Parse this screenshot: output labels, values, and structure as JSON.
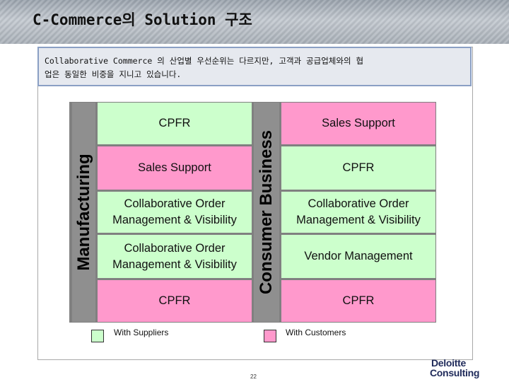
{
  "slide": {
    "title": "C-Commerce의 Solution 구조",
    "note_line1": "Collaborative Commerce 의 산업별 우선순위는 다르지만, 고객과 공급업체와의 협",
    "note_line2": "업은 동일한 비중을 지니고 있습니다.",
    "page_number": "22",
    "logo_line1": "Deloitte",
    "logo_line2": "Consulting"
  },
  "matrix": {
    "left_header": "Manufacturing",
    "right_header": "Consumer Business",
    "left_cells": [
      {
        "label": "CPFR",
        "category": "suppliers"
      },
      {
        "label": "Sales Support",
        "category": "customers"
      },
      {
        "label": "Collaborative Order\nManagement & Visibility",
        "category": "suppliers"
      },
      {
        "label": "Collaborative Order\nManagement & Visibility",
        "category": "suppliers"
      },
      {
        "label": "CPFR",
        "category": "customers"
      }
    ],
    "right_cells": [
      {
        "label": "Sales Support",
        "category": "customers"
      },
      {
        "label": "CPFR",
        "category": "suppliers"
      },
      {
        "label": "Collaborative Order\nManagement & Visibility",
        "category": "suppliers"
      },
      {
        "label": "Vendor Management",
        "category": "suppliers"
      },
      {
        "label": "CPFR",
        "category": "customers"
      }
    ]
  },
  "legend": {
    "suppliers": {
      "label": "With Suppliers",
      "color": "#ccffcc"
    },
    "customers": {
      "label": "With Customers",
      "color": "#ff99cc"
    }
  },
  "colors": {
    "suppliers": "#ccffcc",
    "customers": "#ff99cc",
    "header_strip": "#8f8f8f"
  }
}
